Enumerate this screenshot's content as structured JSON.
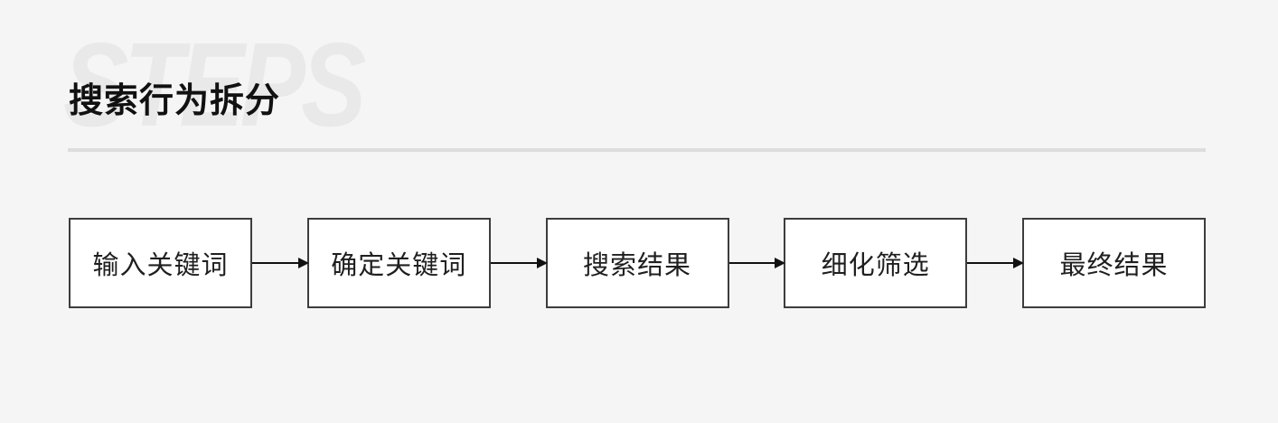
{
  "colors": {
    "background": "#f5f5f5",
    "watermark": "#e9e9e9",
    "divider": "#dddddd",
    "box_background": "#ffffff",
    "box_border": "#3d3d3d",
    "arrow": "#111111",
    "title": "#111111",
    "box_text": "#1f1f1f"
  },
  "header": {
    "watermark": "STEPS",
    "title": "搜索行为拆分"
  },
  "flow": {
    "steps": [
      {
        "label": "输入关键词"
      },
      {
        "label": "确定关键词"
      },
      {
        "label": "搜索结果"
      },
      {
        "label": "细化筛选"
      },
      {
        "label": "最终结果"
      }
    ]
  }
}
